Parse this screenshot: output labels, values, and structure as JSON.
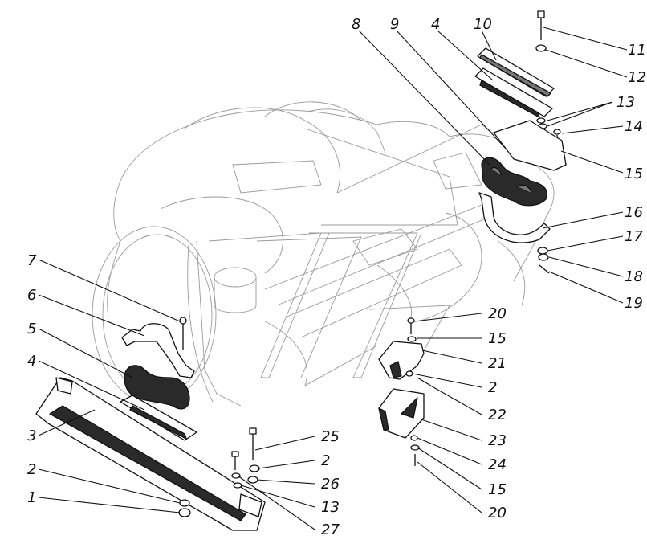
{
  "callouts": [
    {
      "id": "c8",
      "label": "8"
    },
    {
      "id": "c9",
      "label": "9"
    },
    {
      "id": "c4a",
      "label": "4"
    },
    {
      "id": "c10",
      "label": "10"
    },
    {
      "id": "c11",
      "label": "11"
    },
    {
      "id": "c12",
      "label": "12"
    },
    {
      "id": "c13a",
      "label": "13"
    },
    {
      "id": "c14",
      "label": "14"
    },
    {
      "id": "c15a",
      "label": "15"
    },
    {
      "id": "c16",
      "label": "16"
    },
    {
      "id": "c17",
      "label": "17"
    },
    {
      "id": "c18",
      "label": "18"
    },
    {
      "id": "c19",
      "label": "19"
    },
    {
      "id": "c7",
      "label": "7"
    },
    {
      "id": "c6",
      "label": "6"
    },
    {
      "id": "c5",
      "label": "5"
    },
    {
      "id": "c4b",
      "label": "4"
    },
    {
      "id": "c3",
      "label": "3"
    },
    {
      "id": "c2a",
      "label": "2"
    },
    {
      "id": "c1",
      "label": "1"
    },
    {
      "id": "c20a",
      "label": "20"
    },
    {
      "id": "c15b",
      "label": "15"
    },
    {
      "id": "c21",
      "label": "21"
    },
    {
      "id": "c2b",
      "label": "2"
    },
    {
      "id": "c22",
      "label": "22"
    },
    {
      "id": "c23",
      "label": "23"
    },
    {
      "id": "c24",
      "label": "24"
    },
    {
      "id": "c15c",
      "label": "15"
    },
    {
      "id": "c20b",
      "label": "20"
    },
    {
      "id": "c25",
      "label": "25"
    },
    {
      "id": "c2c",
      "label": "2"
    },
    {
      "id": "c26",
      "label": "26"
    },
    {
      "id": "c13b",
      "label": "13"
    },
    {
      "id": "c27",
      "label": "27"
    }
  ],
  "colors": {
    "ink": "#111111",
    "ghost": "#9a9a9a",
    "fill_dark": "#2a2a2a",
    "fill_mid": "#777777"
  }
}
